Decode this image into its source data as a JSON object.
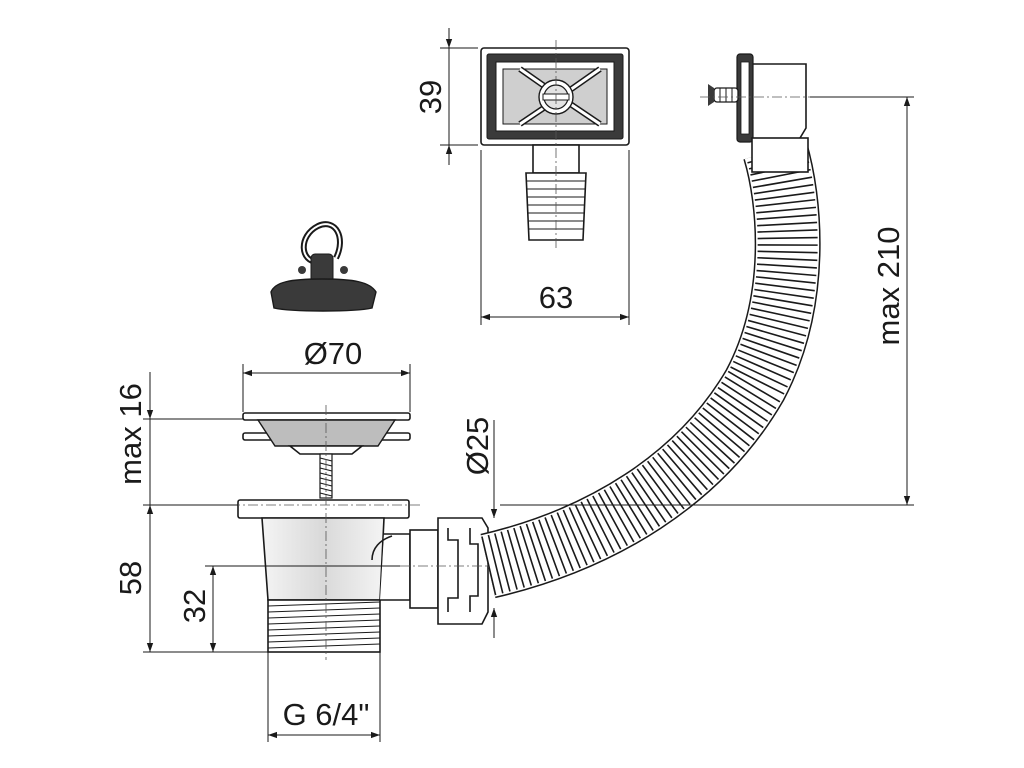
{
  "dimensions": {
    "overflow_height": "39",
    "overflow_width": "63",
    "hose_length": "max 210",
    "strainer_diameter": "Ø70",
    "hose_diameter": "Ø25",
    "max_depth": "max 16",
    "body_height": "58",
    "thread_height": "32",
    "thread": "G 6/4\""
  },
  "colors": {
    "ink": "#1a1a1a",
    "metal_light": "#eeeeee",
    "metal_mid": "#bdbdbd",
    "plug_dark": "#3a3a3a"
  },
  "icons": {
    "plug": "rubber-stopper-icon",
    "overflow": "overflow-grille-icon",
    "screw": "screw-icon"
  }
}
